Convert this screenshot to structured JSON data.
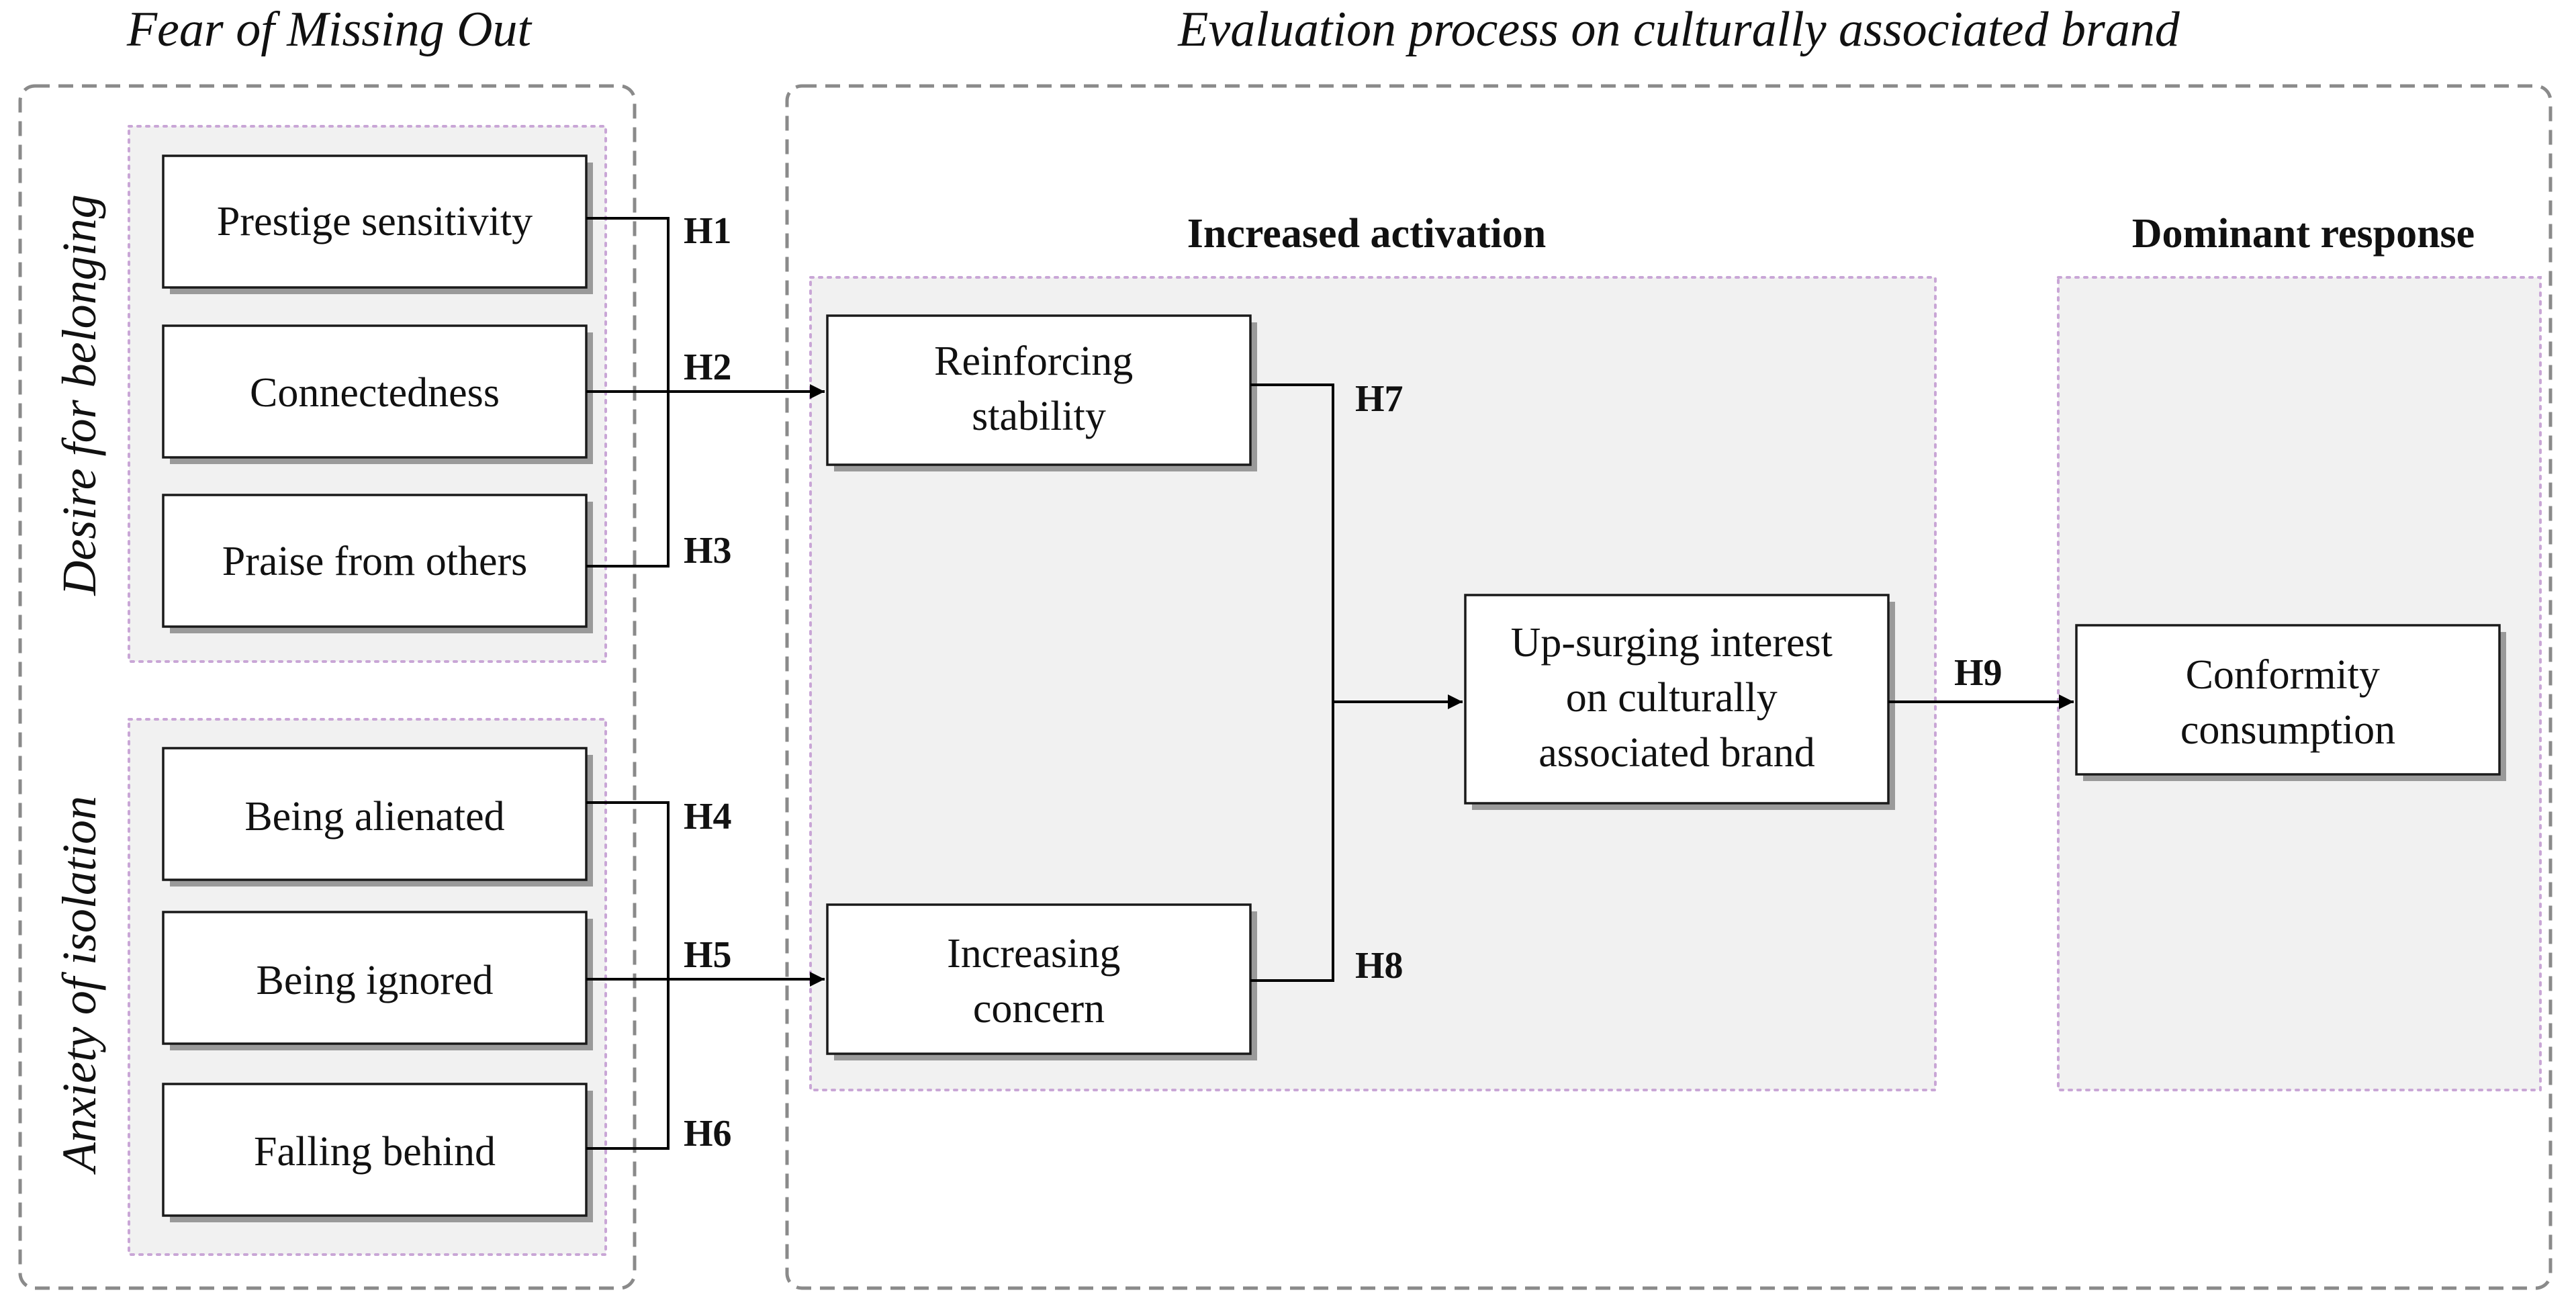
{
  "sections": {
    "fomo_title": "Fear of Missing Out",
    "evaluation_title": "Evaluation process on culturally associated brand"
  },
  "groups": {
    "desire": "Desire for belonging",
    "anxiety": "Anxiety of isolation",
    "increased_activation": "Increased activation",
    "dominant_response": "Dominant response"
  },
  "nodes": {
    "prestige": "Prestige sensitivity",
    "connectedness": "Connectedness",
    "praise": "Praise from others",
    "alienated": "Being alienated",
    "ignored": "Being ignored",
    "falling": "Falling behind",
    "reinforcing": [
      "Reinforcing",
      "stability"
    ],
    "concern": [
      "Increasing",
      "concern"
    ],
    "upsurging": [
      "Up-surging interest",
      "on culturally",
      "associated brand"
    ],
    "conformity": [
      "Conformity",
      "consumption"
    ]
  },
  "hypotheses": {
    "h1": "H1",
    "h2": "H2",
    "h3": "H3",
    "h4": "H4",
    "h5": "H5",
    "h6": "H6",
    "h7": "H7",
    "h8": "H8",
    "h9": "H9"
  },
  "colors": {
    "panel_fill": "#f1f1f1",
    "panel_border": "#c9a6d6",
    "outer_border": "#8a8a8a",
    "line": "#000000"
  }
}
